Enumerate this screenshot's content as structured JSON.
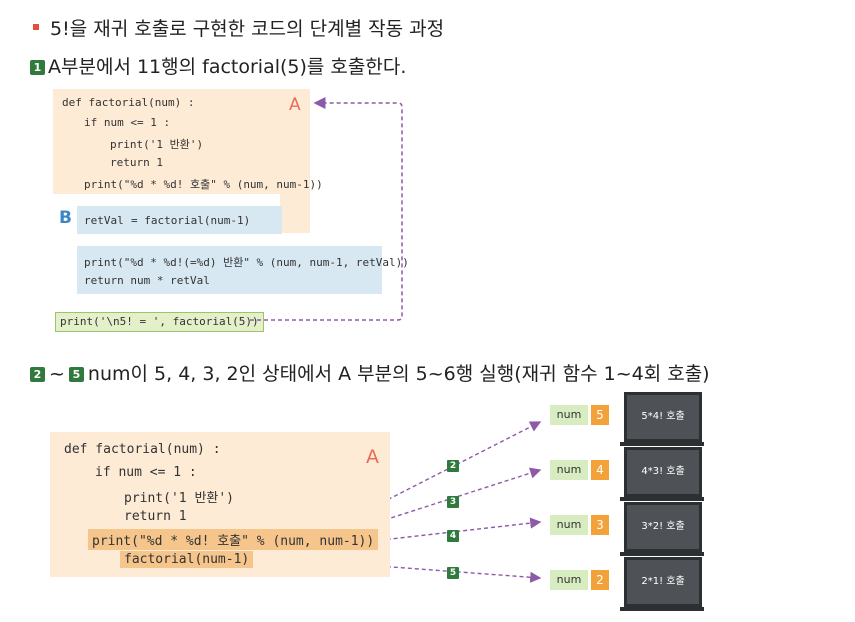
{
  "section": {
    "title": "5!을 재귀 호출로 구현한 코드의 단계별 작동 과정"
  },
  "step1": {
    "badge": "1",
    "text": "A부분에서 11행의 factorial(5)를  호출한다."
  },
  "code1": {
    "label_a": "A",
    "label_b": "B",
    "lines": [
      "def factorial(num) :",
      "if num <= 1 :",
      "print('1 반환')",
      "return 1",
      "print(\"%d * %d! 호출\" % (num, num-1))",
      "retVal",
      "= factorial(num-1)",
      "print(\"%d * %d!(=%d) 반환\" % (num, num-1, retVal))",
      "return num * retVal",
      "print('\\n5! = ', factorial(5))"
    ]
  },
  "step2": {
    "badge_start": "2",
    "tilde": "~",
    "badge_end": "5",
    "text": "num이 5, 4, 3, 2인 상태에서 A 부분의 5~6행 실행(재귀 함수 1~4회 호출)"
  },
  "code2": {
    "label_a": "A",
    "lines": [
      "def factorial(num) :",
      "if num <= 1 :",
      "print('1 반환')",
      "return 1",
      "print(\"%d * %d! 호출\" % (num, num-1))",
      "factorial(num-1)"
    ]
  },
  "calls": [
    {
      "badge": "2",
      "num_label": "num",
      "num_value": "5",
      "screen": "5*4! 호출"
    },
    {
      "badge": "3",
      "num_label": "num",
      "num_value": "4",
      "screen": "4*3! 호출"
    },
    {
      "badge": "4",
      "num_label": "num",
      "num_value": "3",
      "screen": "3*2! 호출"
    },
    {
      "badge": "5",
      "num_label": "num",
      "num_value": "2",
      "screen": "2*1! 호출"
    }
  ],
  "colors": {
    "accent_red": "#e0503a",
    "badge_green": "#2f7a3c",
    "arrow_purple": "#8c5aa8",
    "peach_bg": "#fdebd6",
    "blue_bg": "#d7e8f3",
    "orange_value": "#f3a23a"
  }
}
